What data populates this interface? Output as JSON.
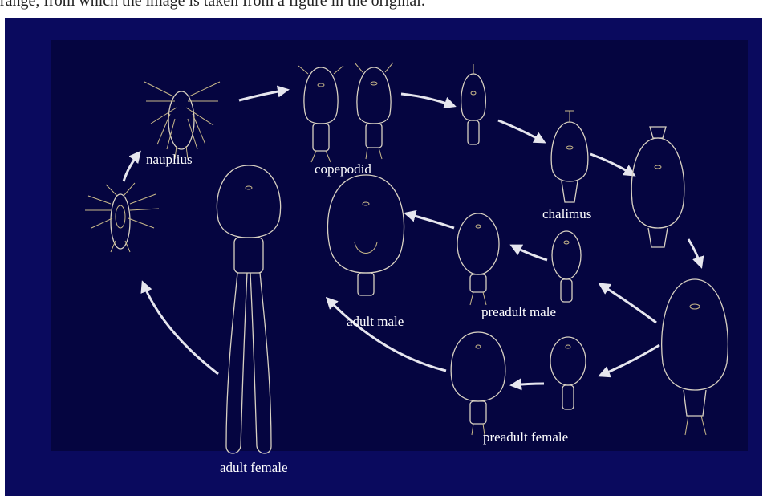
{
  "caption": "range, from which the image is taken from a figure in the original.",
  "colors": {
    "outer_background": "#0a0a5e",
    "inner_panel": "#050540",
    "outline": "#d8d1c2",
    "arrow": "#e6e6ee",
    "text": "#ffffff"
  },
  "stages": {
    "nauplius": "nauplius",
    "copepodid": "copepodid",
    "chalimus": "chalimus",
    "adult_male": "adult male",
    "preadult_male": "preadult male",
    "preadult_female": "preadult female",
    "adult_female": "adult female"
  }
}
